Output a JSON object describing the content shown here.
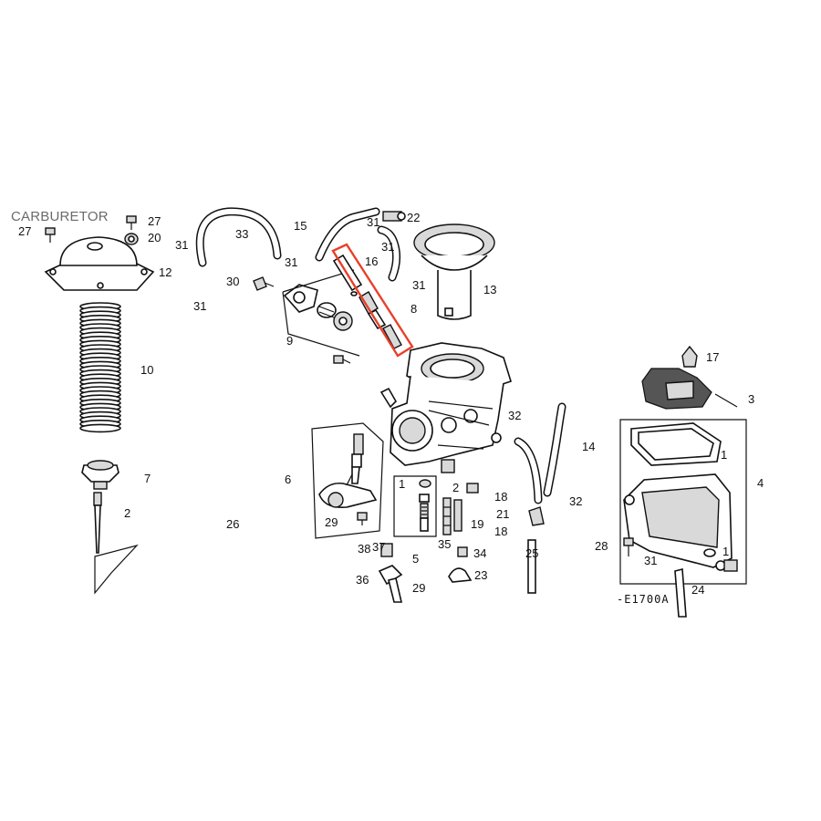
{
  "diagram": {
    "title": "CARBURETOR",
    "code": "-E1700A",
    "highlight_color": "#e8402a",
    "callouts": [
      "1",
      "1",
      "1",
      "2",
      "2",
      "3",
      "4",
      "5",
      "6",
      "7",
      "8",
      "9",
      "10",
      "12",
      "13",
      "14",
      "15",
      "16",
      "17",
      "18",
      "18",
      "19",
      "20",
      "21",
      "22",
      "23",
      "24",
      "25",
      "26",
      "27",
      "27",
      "28",
      "29",
      "29",
      "30",
      "31",
      "31",
      "31",
      "31",
      "31",
      "31",
      "31",
      "32",
      "32",
      "33",
      "34",
      "35",
      "36",
      "37",
      "38"
    ]
  }
}
